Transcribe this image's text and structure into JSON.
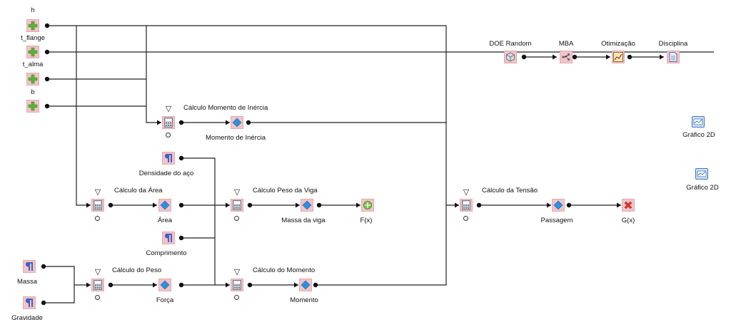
{
  "inputs": {
    "h": "h",
    "t_flange": "t_flange",
    "t_alma": "t_alma",
    "b": "b"
  },
  "constants": {
    "densidade": "Densidade do aço",
    "comprimento": "Comprimento",
    "massa": "Massa",
    "gravidade": "Gravidade"
  },
  "calcs": {
    "inercia": "Cálculo Momento de Inércia",
    "area": "Cálculo da Área",
    "peso_viga": "Cálculo Peso da Viga",
    "peso": "Cálculo do Peso",
    "momento": "Cálculo do Momento",
    "tensao": "Cálculo da Tensão"
  },
  "outputs": {
    "momento_inercia": "Momento de Inércia",
    "area": "Área",
    "massa_viga": "Massa da viga",
    "fx": "F(x)",
    "forca": "Força",
    "momento": "Momento",
    "passagem": "Passagem",
    "gx": "G(x)"
  },
  "workflow": {
    "doe": "DOE Random",
    "mba": "MBA",
    "otimizacao": "Otimização",
    "disciplina": "Disciplina"
  },
  "charts": {
    "grafico1": "Gráfico 2D",
    "grafico2": "Gráfico 2D"
  },
  "colors": {
    "node_bg": "#f2c4c8",
    "plus_green": "#5bb13a",
    "diamond_blue": "#2f8fe0",
    "x_red": "#e0302a"
  }
}
